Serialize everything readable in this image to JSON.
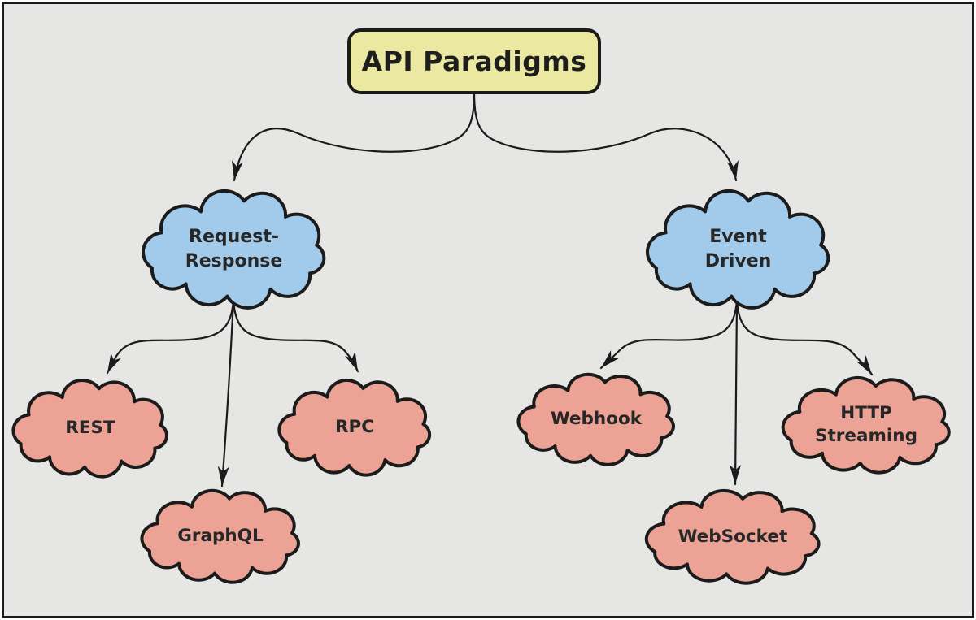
{
  "diagram": {
    "title": "API Paradigms",
    "type": "tree-flowchart",
    "nodes": {
      "api_paradigms": {
        "label": "API Paradigms",
        "kind": "root"
      },
      "request_response": {
        "label": "Request-\nResponse",
        "kind": "category"
      },
      "event_driven": {
        "label": "Event\nDriven",
        "kind": "category"
      },
      "rest": {
        "label": "REST",
        "kind": "leaf"
      },
      "graphql": {
        "label": "GraphQL",
        "kind": "leaf"
      },
      "rpc": {
        "label": "RPC",
        "kind": "leaf"
      },
      "webhook": {
        "label": "Webhook",
        "kind": "leaf"
      },
      "websocket": {
        "label": "WebSocket",
        "kind": "leaf"
      },
      "http_streaming": {
        "label": "HTTP\nStreaming",
        "kind": "leaf"
      }
    },
    "edges": [
      {
        "from": "api-paradigms",
        "to": "request-response"
      },
      {
        "from": "api-paradigms",
        "to": "event-driven"
      },
      {
        "from": "request-response",
        "to": "rest"
      },
      {
        "from": "request-response",
        "to": "graphql"
      },
      {
        "from": "request-response",
        "to": "rpc"
      },
      {
        "from": "event-driven",
        "to": "webhook"
      },
      {
        "from": "event-driven",
        "to": "websocket"
      },
      {
        "from": "event-driven",
        "to": "http-streaming"
      }
    ],
    "colors": {
      "background": "#e6e6e5",
      "root_fill": "#ebe8a2",
      "category_fill": "#a2cbeb",
      "leaf_fill": "#eca294",
      "stroke": "#1b1b1b"
    }
  }
}
